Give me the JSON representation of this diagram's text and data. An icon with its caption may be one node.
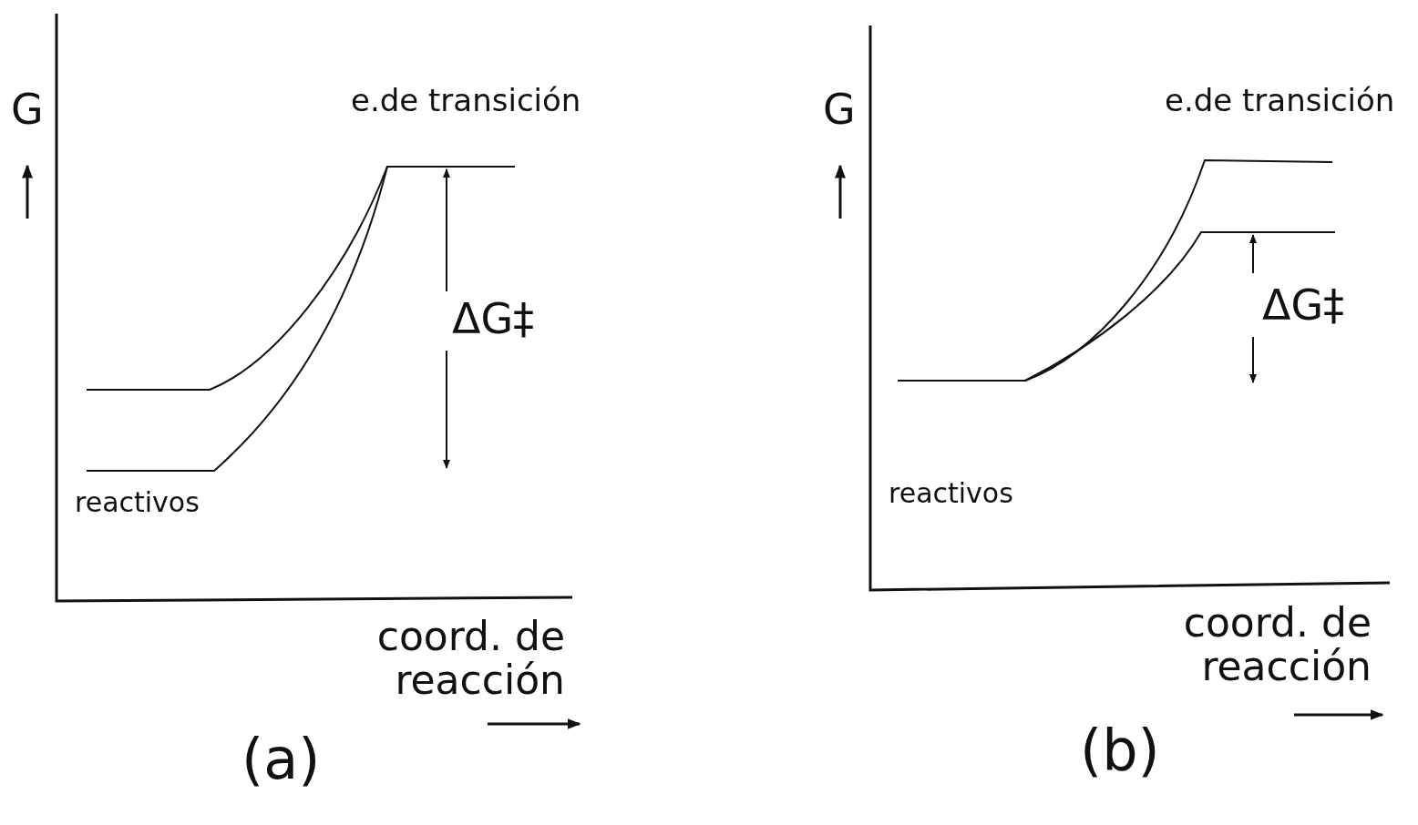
{
  "diagram": {
    "labels": [
      "G",
      "e.de transición",
      "ΔG‡",
      "reactivos",
      "coord. de reacción",
      "(a)",
      "G",
      "e.de transición",
      "ΔG‡",
      "reactivos",
      "coord. de reacción",
      "(b)"
    ]
  }
}
